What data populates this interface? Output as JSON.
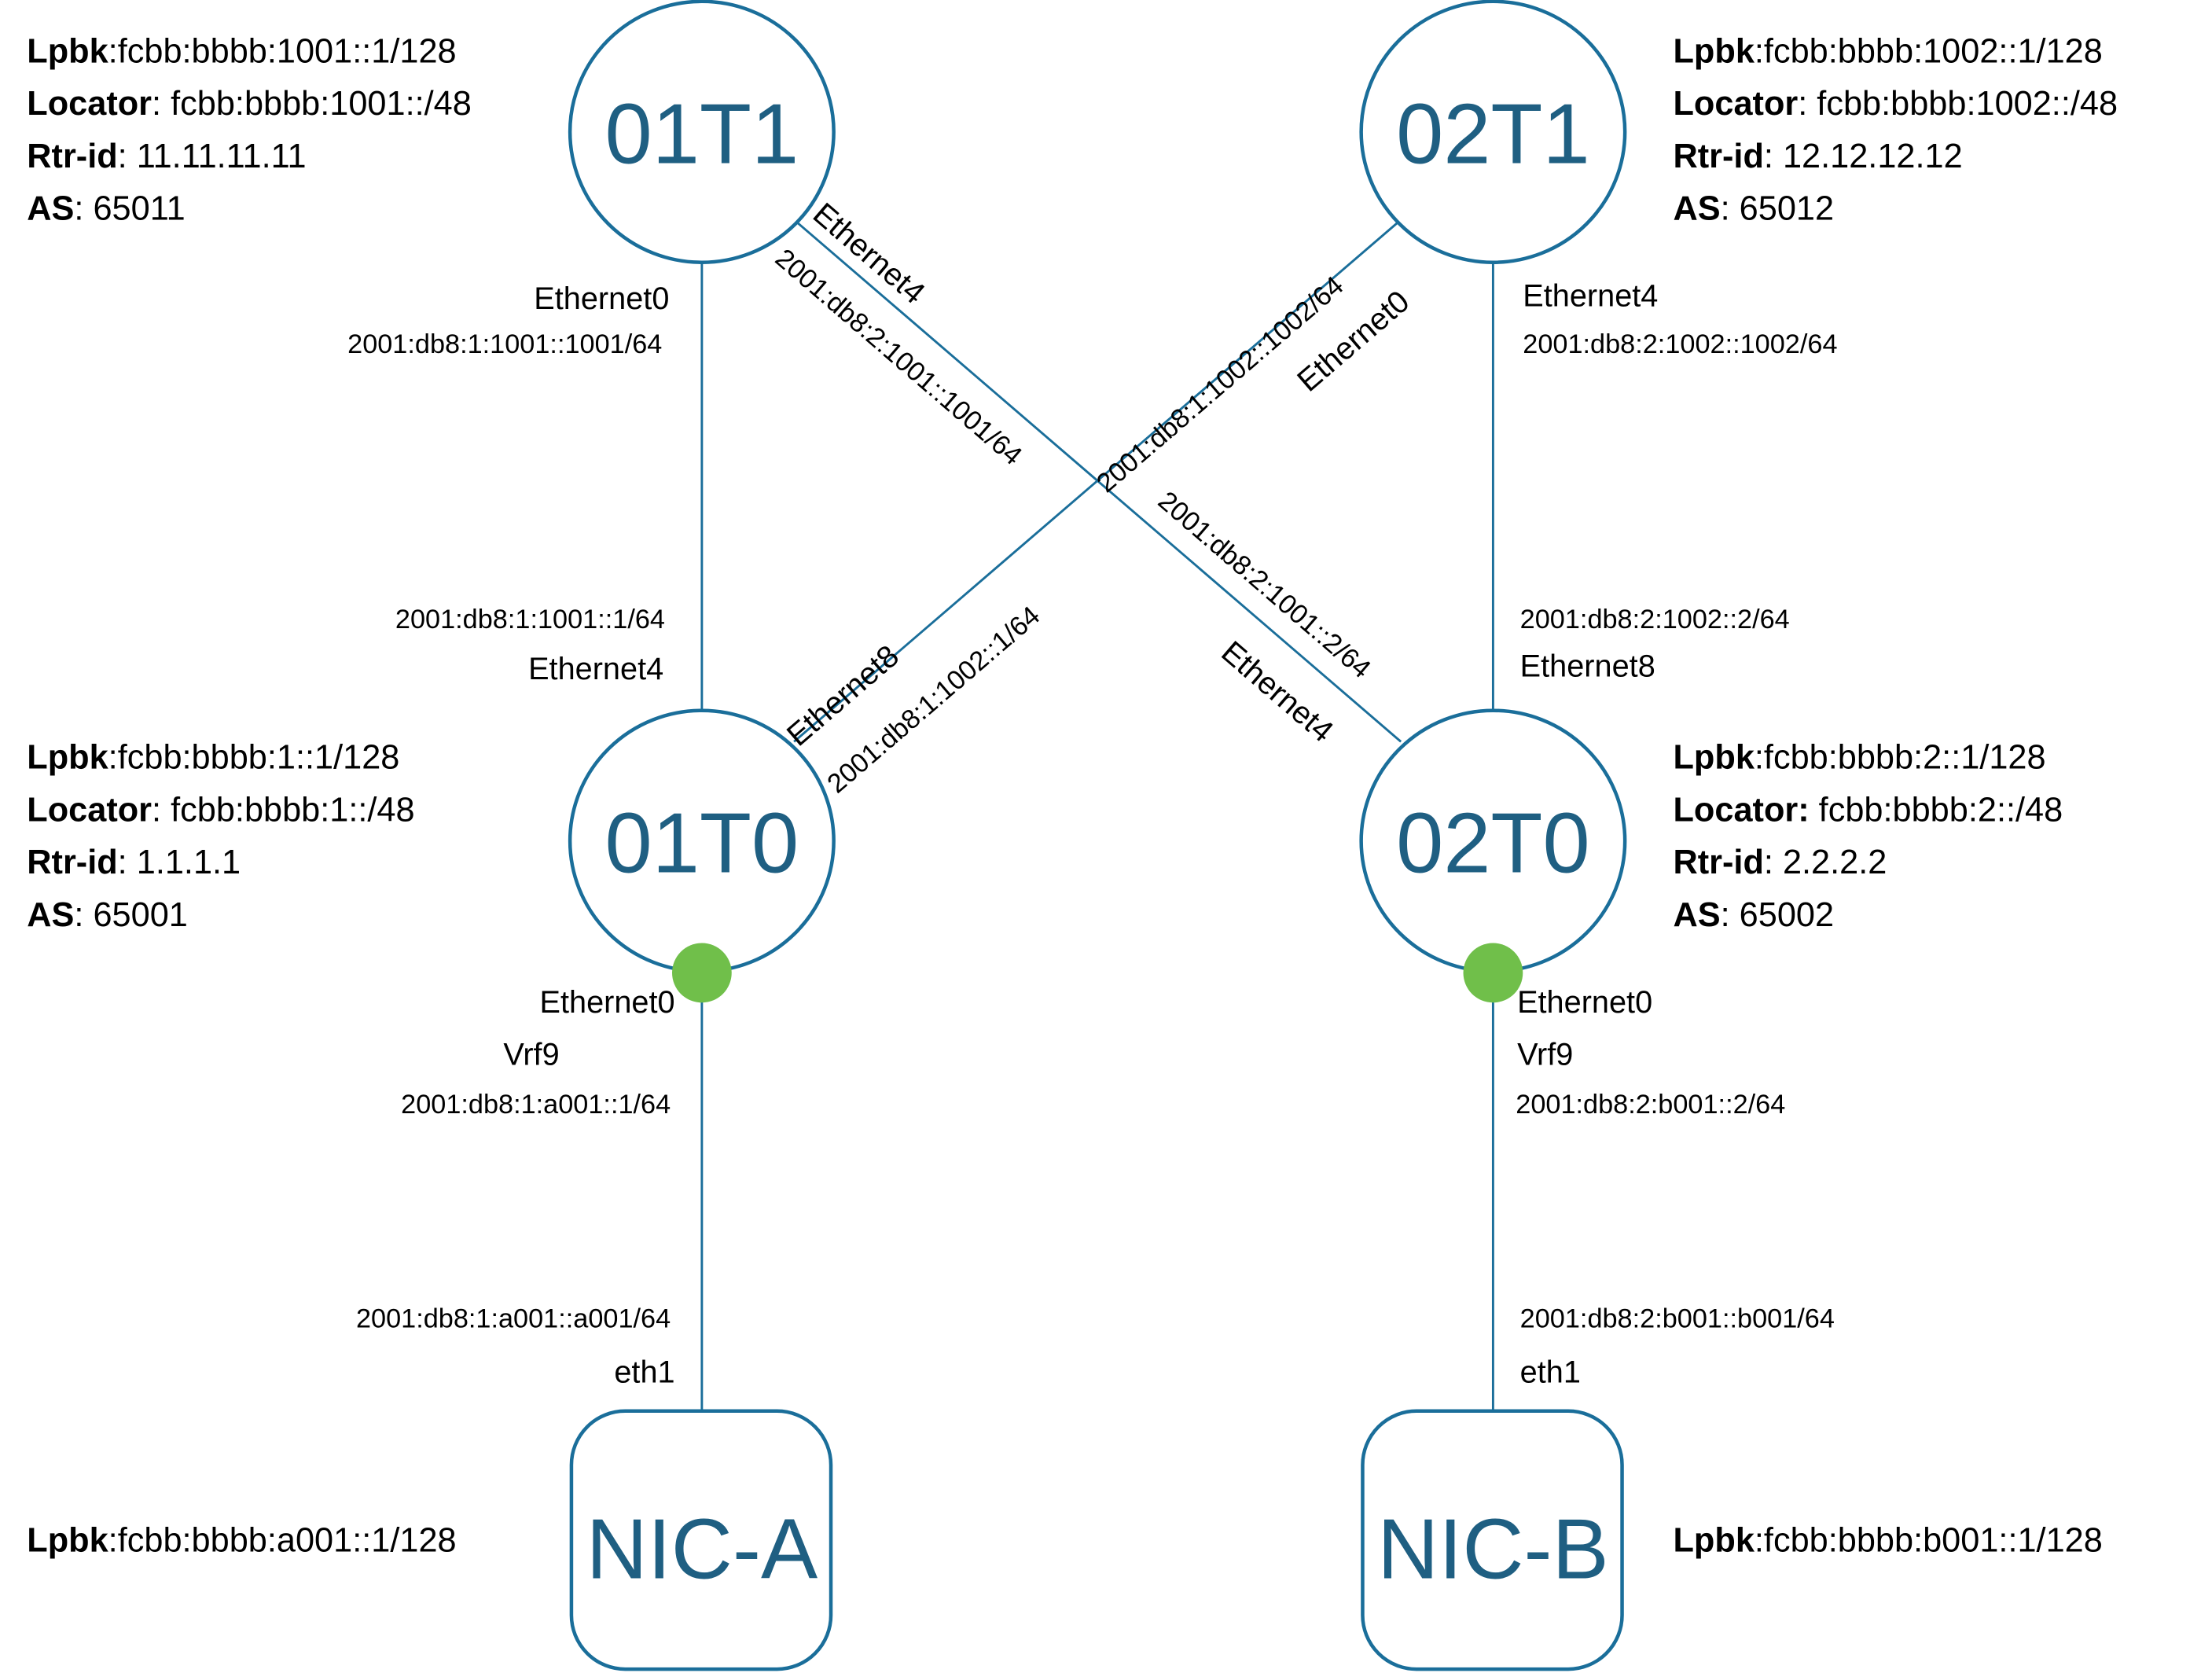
{
  "colors": {
    "link": "#1A6E9A",
    "node_border": "#1A6E9A",
    "node_text": "#1F5F82",
    "vrf_port": "#70BF4A"
  },
  "nodes": {
    "n01T1": {
      "name": "01T1",
      "lpbk_key": "Lpbk",
      "lpbk": ":fcbb:bbbb:1001::1/128",
      "locator_key": "Locator",
      "locator": ": fcbb:bbbb:1001::/48",
      "rtr_key": "Rtr-id",
      "rtr": ": 11.11.11.11",
      "as_key": "AS",
      "as": ": 65011"
    },
    "n02T1": {
      "name": "02T1",
      "lpbk_key": "Lpbk",
      "lpbk": ":fcbb:bbbb:1002::1/128",
      "locator_key": "Locator",
      "locator": ": fcbb:bbbb:1002::/48",
      "rtr_key": "Rtr-id",
      "rtr": ": 12.12.12.12",
      "as_key": "AS",
      "as": ": 65012"
    },
    "n01T0": {
      "name": "01T0",
      "lpbk_key": "Lpbk",
      "lpbk": ":fcbb:bbbb:1::1/128",
      "locator_key": "Locator",
      "locator": ": fcbb:bbbb:1::/48",
      "rtr_key": "Rtr-id",
      "rtr": ": 1.1.1.1",
      "as_key": "AS",
      "as": ": 65001"
    },
    "n02T0": {
      "name": "02T0",
      "lpbk_key": "Lpbk",
      "lpbk": ":fcbb:bbbb:2::1/128",
      "locator_key": "Locator:",
      "locator": " fcbb:bbbb:2::/48",
      "rtr_key": "Rtr-id",
      "rtr": ": 2.2.2.2",
      "as_key": "AS",
      "as": ": 65002"
    },
    "nicA": {
      "name": "NIC-A",
      "lpbk_key": "Lpbk",
      "lpbk": ":fcbb:bbbb:a001::1/128"
    },
    "nicB": {
      "name": "NIC-B",
      "lpbk_key": "Lpbk",
      "lpbk": ":fcbb:bbbb:b001::1/128"
    }
  },
  "links": {
    "t1a_t0a": {
      "top_port": "Ethernet0",
      "top_addr": "2001:db8:1:1001::1001/64",
      "bottom_addr": "2001:db8:1:1001::1/64",
      "bottom_port": "Ethernet4"
    },
    "t1b_t0b": {
      "top_port": "Ethernet4",
      "top_addr": "2001:db8:2:1002::1002/64",
      "bottom_addr": "2001:db8:2:1002::2/64",
      "bottom_port": "Ethernet8"
    },
    "t1a_t0b": {
      "top_port": "Ethernet4",
      "top_addr": "2001:db8:2:1001::1001/64",
      "bottom_addr": "2001:db8:2:1001::2/64",
      "bottom_port": "Ethernet4"
    },
    "t1b_t0a": {
      "top_port": "Ethernet0",
      "top_addr": "2001:db8:1:1002::1002/64",
      "bottom_addr": "2001:db8:1:1002::1/64",
      "bottom_port": "Ethernet8"
    },
    "t0a_nicA": {
      "top_port": "Ethernet0",
      "top_vrf": "Vrf9",
      "top_addr": "2001:db8:1:a001::1/64",
      "bottom_addr": "2001:db8:1:a001::a001/64",
      "bottom_port": "eth1"
    },
    "t0b_nicB": {
      "top_port": "Ethernet0",
      "top_vrf": "Vrf9",
      "top_addr": "2001:db8:2:b001::2/64",
      "bottom_addr": "2001:db8:2:b001::b001/64",
      "bottom_port": "eth1"
    }
  }
}
